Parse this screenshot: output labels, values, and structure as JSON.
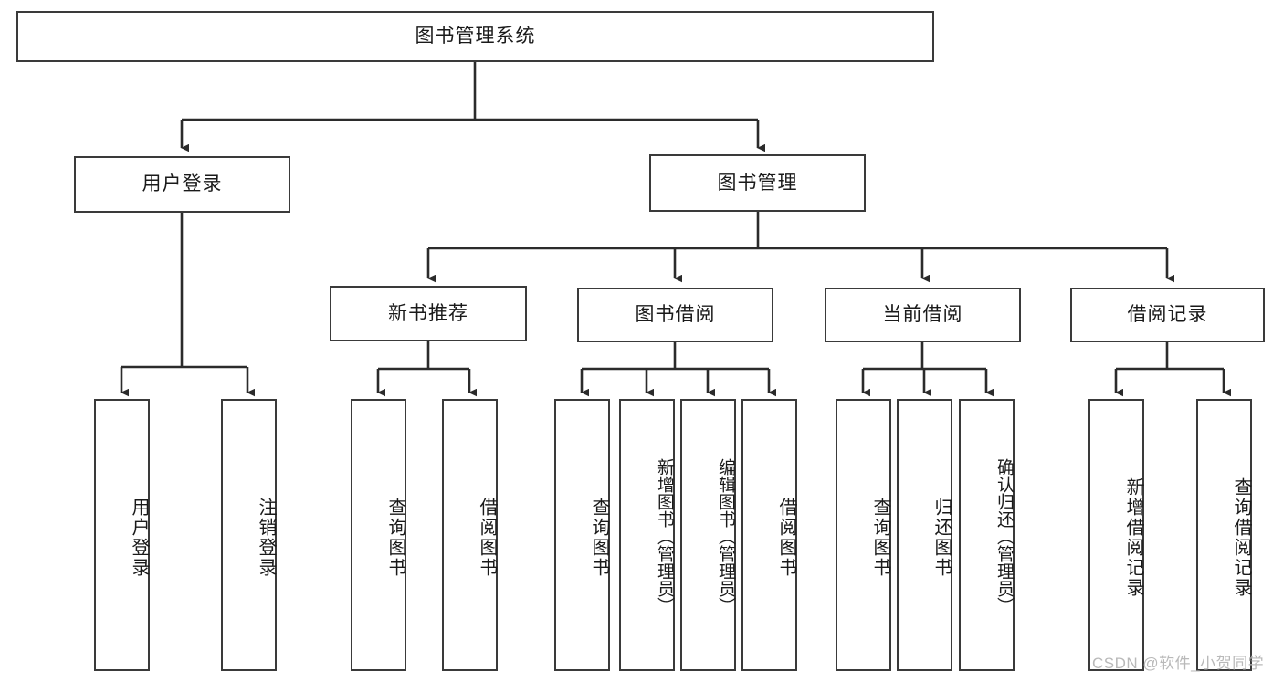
{
  "diagram": {
    "type": "tree-hierarchy",
    "title": "图书管理系统",
    "watermark": "CSDN @软件_小贺同学",
    "colors": {
      "box_border": "#3a3a3a",
      "box_fill": "#ffffff",
      "connector": "#2b2b2b",
      "text": "#1a1a1a",
      "watermark": "#b9b9b9"
    },
    "levels": {
      "root": {
        "label": "图书管理系统"
      },
      "level1": [
        {
          "label": "用户登录"
        },
        {
          "label": "图书管理"
        }
      ],
      "level2": [
        {
          "label": "新书推荐"
        },
        {
          "label": "图书借阅"
        },
        {
          "label": "当前借阅"
        },
        {
          "label": "借阅记录"
        }
      ],
      "level3": {
        "user_login": [
          {
            "label": "用户登录"
          },
          {
            "label": "注销登录"
          }
        ],
        "new_book_recommend": [
          {
            "label": "查询图书"
          },
          {
            "label": "借阅图书"
          }
        ],
        "book_borrow": [
          {
            "label": "查询图书"
          },
          {
            "label": "新增图书（管理员）"
          },
          {
            "label": "编辑图书（管理员）"
          },
          {
            "label": "借阅图书"
          }
        ],
        "current_borrow": [
          {
            "label": "查询图书"
          },
          {
            "label": "归还图书"
          },
          {
            "label": "确认归还（管理员）"
          }
        ],
        "borrow_record": [
          {
            "label": "新增借阅记录"
          },
          {
            "label": "查询借阅记录"
          }
        ]
      }
    }
  }
}
